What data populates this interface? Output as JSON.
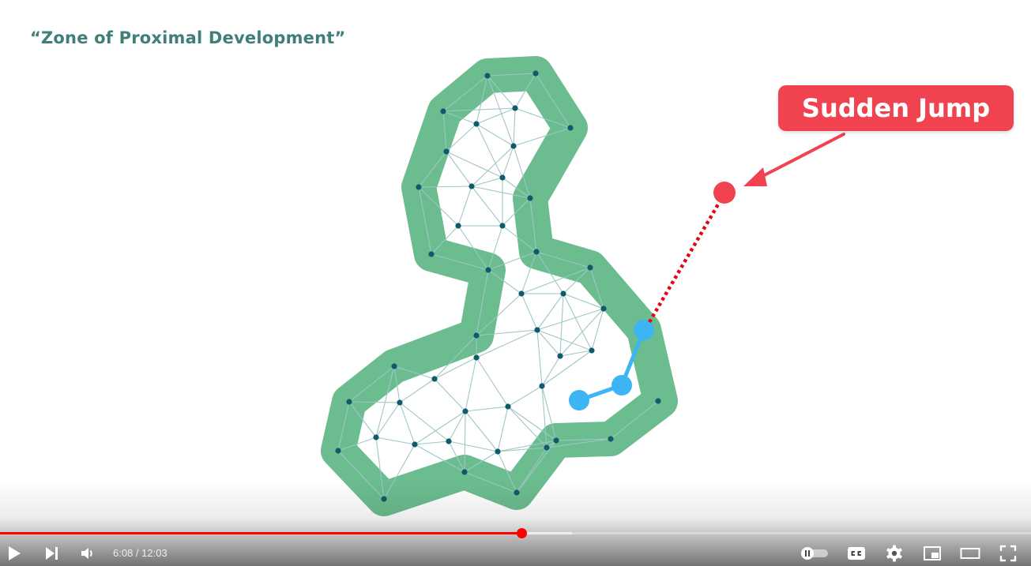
{
  "video": {
    "title": "“Zone of Proximal Development”",
    "callout_label": "Sudden Jump",
    "colors": {
      "title": "#3f7f78",
      "zone_band": "#6bbd8f",
      "node": "#0f5b6b",
      "edge": "#9fc6c6",
      "path": "#3db5f5",
      "jump": "#f0434f",
      "jump_line": "#e30613"
    }
  },
  "player": {
    "time_current": "6:08",
    "time_separator": " / ",
    "time_total": "12:03",
    "progress_played_fraction": 0.506,
    "progress_buffered_fraction": 0.555,
    "accent_color": "#ff0000",
    "icons": {
      "play": "play-icon",
      "next": "next-icon",
      "volume": "volume-icon",
      "autoplay": "autoplay-toggle-icon",
      "captions": "captions-icon",
      "settings": "settings-gear-icon",
      "miniplayer": "miniplayer-icon",
      "theater": "theater-mode-icon",
      "fullscreen": "fullscreen-icon"
    }
  }
}
